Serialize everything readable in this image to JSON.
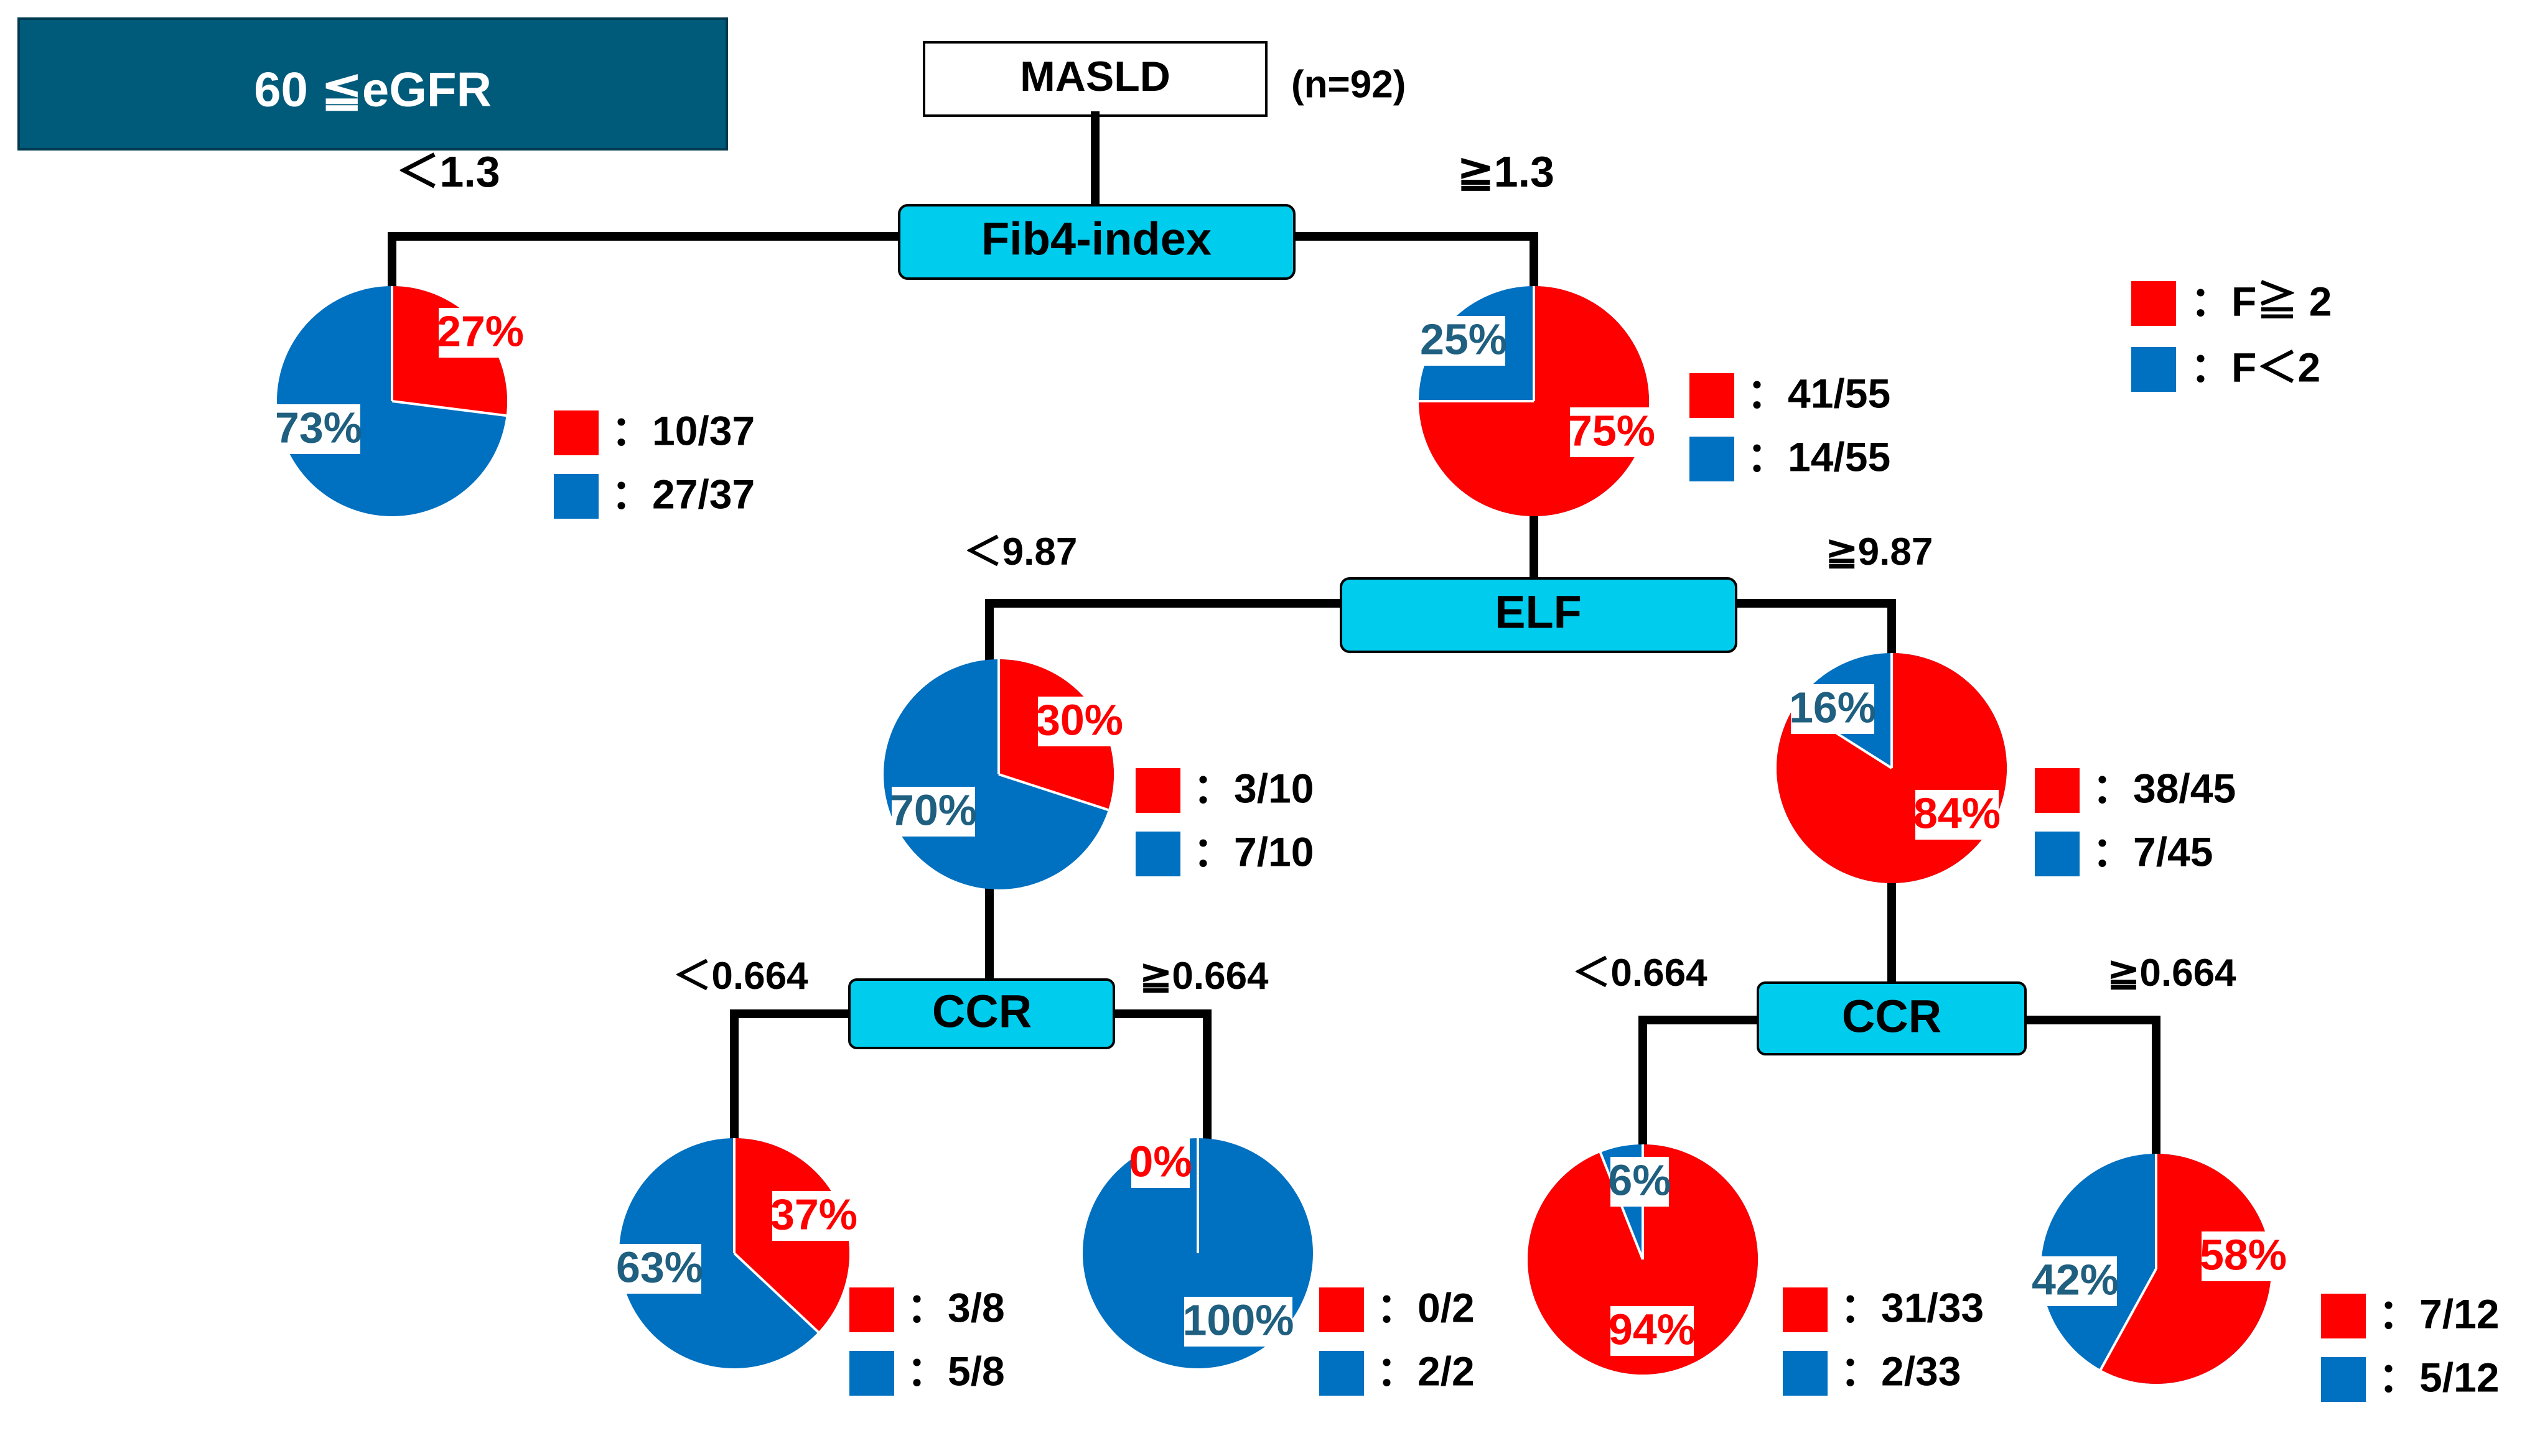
{
  "title_banner": {
    "label": "60 ≦eGFR",
    "color": "#005a7a"
  },
  "root": {
    "label": "MASLD",
    "n_label": "(n=92)"
  },
  "nodes": {
    "fib4": {
      "label": "Fib4-index",
      "left": "＜1.3",
      "right": "≧1.3"
    },
    "elf": {
      "label": "ELF",
      "left": "＜9.87",
      "right": "≧9.87"
    },
    "ccr_left": {
      "label": "CCR",
      "left": "＜0.664",
      "right": "≧0.664"
    },
    "ccr_right": {
      "label": "CCR",
      "left": "＜0.664",
      "right": "≧0.664"
    }
  },
  "legend": {
    "red_label": "：F≧ 2",
    "blue_label": "：F＜2"
  },
  "colors": {
    "red": "#ff0000",
    "blue": "#0070c0",
    "node": "#00ccee",
    "pct_blue": "#1f5f80"
  },
  "pies": [
    {
      "id": "fib4-low",
      "red_fraction": 0.27,
      "red_pct": "27%",
      "blue_pct": "73%",
      "red_count": "：10/37",
      "blue_count": "：27/37"
    },
    {
      "id": "fib4-high",
      "red_fraction": 0.75,
      "red_pct": "75%",
      "blue_pct": "25%",
      "red_count": "：41/55",
      "blue_count": "：14/55"
    },
    {
      "id": "elf-low",
      "red_fraction": 0.3,
      "red_pct": "30%",
      "blue_pct": "70%",
      "red_count": "：3/10",
      "blue_count": "：7/10"
    },
    {
      "id": "elf-high",
      "red_fraction": 0.84,
      "red_pct": "84%",
      "blue_pct": "16%",
      "red_count": "：38/45",
      "blue_count": "：7/45"
    },
    {
      "id": "ccrL-low",
      "red_fraction": 0.37,
      "red_pct": "37%",
      "blue_pct": "63%",
      "red_count": "：3/8",
      "blue_count": "：5/8"
    },
    {
      "id": "ccrL-high",
      "red_fraction": 0.0,
      "red_pct": "0%",
      "blue_pct": "100%",
      "red_count": "：0/2",
      "blue_count": "：2/2"
    },
    {
      "id": "ccrR-low",
      "red_fraction": 0.94,
      "red_pct": "94%",
      "blue_pct": "6%",
      "red_count": "：31/33",
      "blue_count": "：2/33"
    },
    {
      "id": "ccrR-high",
      "red_fraction": 0.58,
      "red_pct": "58%",
      "blue_pct": "42%",
      "red_count": "：7/12",
      "blue_count": "：5/12"
    }
  ]
}
